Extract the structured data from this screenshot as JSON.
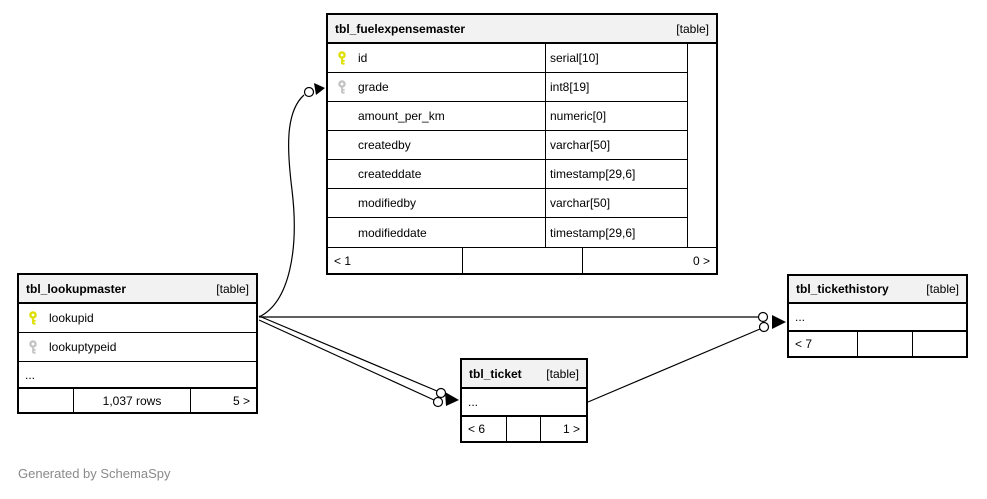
{
  "page": {
    "note": "Generated by SchemaSpy"
  },
  "colors": {
    "primary_key_icon": "#dede00",
    "secondary_key_icon": "#c4c4c4",
    "table_header_bg": "#f2f2f2",
    "border": "#000000",
    "note_text": "#8a8a8a"
  },
  "tables": {
    "fuelexpensemaster": {
      "title": "tbl_fuelexpensemaster",
      "badge": "[table]",
      "columns": [
        {
          "name": "id",
          "type": "serial[10]",
          "key": "primary"
        },
        {
          "name": "grade",
          "type": "int8[19]",
          "key": "secondary"
        },
        {
          "name": "amount_per_km",
          "type": "numeric[0]",
          "key": ""
        },
        {
          "name": "createdby",
          "type": "varchar[50]",
          "key": ""
        },
        {
          "name": "createddate",
          "type": "timestamp[29,6]",
          "key": ""
        },
        {
          "name": "modifiedby",
          "type": "varchar[50]",
          "key": ""
        },
        {
          "name": "modifieddate",
          "type": "timestamp[29,6]",
          "key": ""
        }
      ],
      "footer": {
        "left": "< 1",
        "center": "",
        "right": "0 >"
      }
    },
    "lookupmaster": {
      "title": "tbl_lookupmaster",
      "badge": "[table]",
      "columns": [
        {
          "name": "lookupid",
          "key": "primary"
        },
        {
          "name": "lookuptypeid",
          "key": "secondary"
        }
      ],
      "more_columns_indicator": "...",
      "footer": {
        "left": "",
        "center": "1,037 rows",
        "right": "5 >"
      }
    },
    "ticket": {
      "title": "tbl_ticket",
      "badge": "[table]",
      "more_columns_indicator": "...",
      "footer": {
        "left": "< 6",
        "center": "",
        "right": "1 >"
      }
    },
    "tickethistory": {
      "title": "tbl_tickethistory",
      "badge": "[table]",
      "more_columns_indicator": "...",
      "footer": {
        "left": "< 7",
        "center": "",
        "right": ""
      }
    }
  }
}
